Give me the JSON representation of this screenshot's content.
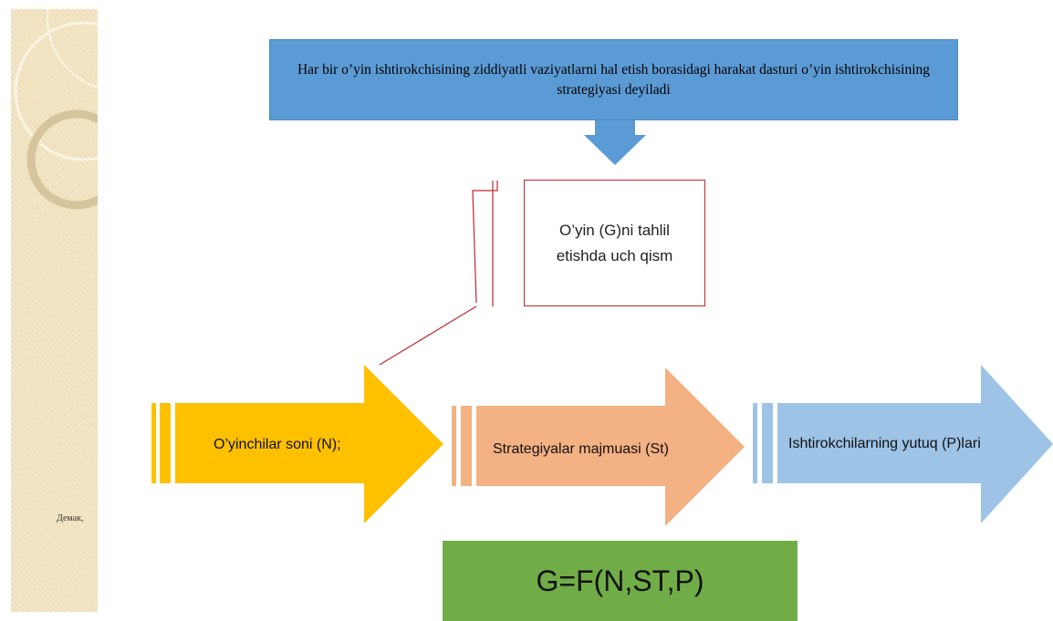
{
  "sidebar": {
    "text": "Демак,"
  },
  "strategy_definition": "Har bir o’yin ishtirokchisining ziddiyatli vaziyatlarni hal etish borasidagi harakat dasturi o’yin ishtirokchisining strategiyasi deyiladi",
  "analysis_box": {
    "line1": "O’yin (G)ni tahlil",
    "line2": "etishda uch qism"
  },
  "parts": [
    {
      "label": "O’yinchilar soni (N);",
      "color": "#ffc000"
    },
    {
      "label": "Strategiyalar majmuasi (St)",
      "color": "#f4b183"
    },
    {
      "label": "Ishtirokchilarning yutuq (P)lari",
      "color": "#9dc3e6"
    }
  ],
  "formula": "G=F(N,ST,P)",
  "colors": {
    "top_box": "#5b9bd5",
    "formula_box": "#70ad47",
    "connector": "#c0272d"
  }
}
